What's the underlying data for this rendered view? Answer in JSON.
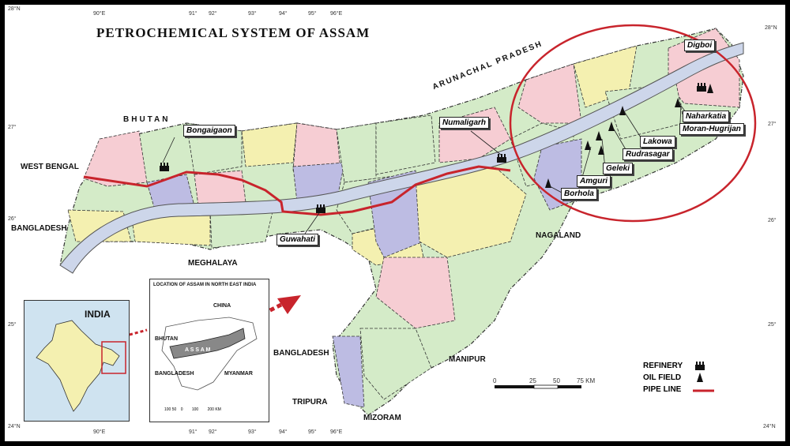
{
  "title": "PETROCHEMICAL SYSTEM OF ASSAM",
  "regions": {
    "bhutan": "BHUTAN",
    "arunachal": "ARUNACHAL PRADESH",
    "west_bengal": "WEST BENGAL",
    "bangladesh_west": "BANGLADESH",
    "meghalaya": "MEGHALAYA",
    "nagaland": "NAGALAND",
    "bangladesh_south": "BANGLADESH",
    "manipur": "MANIPUR",
    "tripura": "TRIPURA",
    "mizoram": "MIZORAM"
  },
  "refineries": [
    "Digboi",
    "Numaligarh",
    "Bongaigaon",
    "Guwahati"
  ],
  "oil_fields": [
    "Naharkatia",
    "Moran-Hugrijan",
    "Lakowa",
    "Rudrasagar",
    "Geleki",
    "Amguri",
    "Borhola"
  ],
  "grid": {
    "top_lon": [
      "90°E",
      "91°",
      "92°",
      "93°",
      "94°",
      "95°",
      "96°E"
    ],
    "bottom_lon": [
      "90°E",
      "91°",
      "92°",
      "93°",
      "94°",
      "95°",
      "96°E"
    ],
    "left_lat": [
      "28°N",
      "27°",
      "26°",
      "25°",
      "24°N"
    ],
    "right_lat": [
      "28°N",
      "27°",
      "26°",
      "25°",
      "24°N"
    ]
  },
  "inset_india": {
    "label": "INDIA"
  },
  "inset_ne": {
    "title": "LOCATION OF ASSAM IN NORTH EAST INDIA",
    "china": "CHINA",
    "bhutan": "BHUTAN",
    "assam": "A S S A M",
    "bangladesh": "BANGLADESH",
    "myanmar": "MYANMAR",
    "scale": [
      "100",
      "50",
      "0",
      "100",
      "200 KM"
    ]
  },
  "scale_bar": {
    "ticks": [
      "0",
      "25",
      "50",
      "75 KM"
    ]
  },
  "legend": {
    "refinery": "REFINERY",
    "oil_field": "OIL FIELD",
    "pipeline": "PIPE LINE"
  },
  "colors": {
    "pink": "#f6cdd3",
    "yellow": "#f4f0b0",
    "green": "#d4ebc8",
    "violet": "#bdbce3",
    "river": "#cdd6ea",
    "pipeline": "#c8242c",
    "highlight": "#c8242c"
  }
}
